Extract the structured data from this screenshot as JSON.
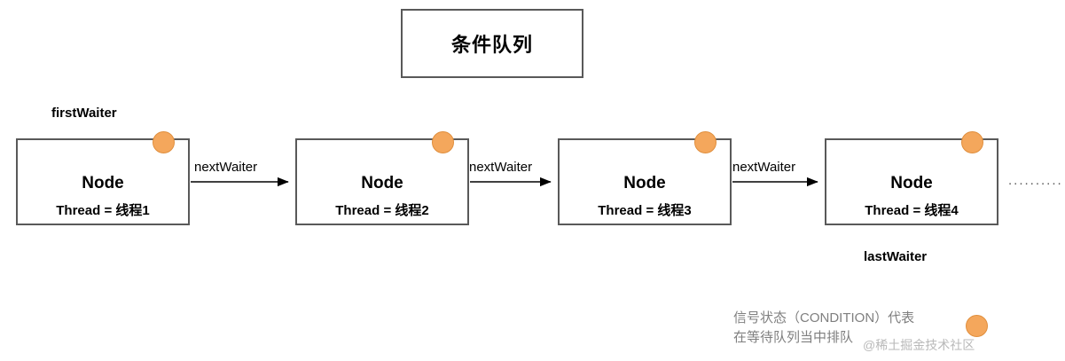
{
  "diagram": {
    "title": "条件队列",
    "nodes": [
      {
        "title": "Node",
        "sub": "Thread = 线程1"
      },
      {
        "title": "Node",
        "sub": "Thread = 线程2"
      },
      {
        "title": "Node",
        "sub": "Thread = 线程3"
      },
      {
        "title": "Node",
        "sub": "Thread = 线程4"
      }
    ],
    "edge_labels": [
      "nextWaiter",
      "nextWaiter",
      "nextWaiter"
    ],
    "first_waiter_label": "firstWaiter",
    "last_waiter_label": "lastWaiter",
    "tail_ellipsis": "..........",
    "legend": {
      "line1": "信号状态（CONDITION）代表",
      "line2": "在等待队列当中排队"
    },
    "watermark": "@稀土掘金技术社区",
    "colors": {
      "dot_fill": "#f4a75c",
      "box_border": "#595959",
      "legend_text": "#7f7f7f"
    }
  }
}
